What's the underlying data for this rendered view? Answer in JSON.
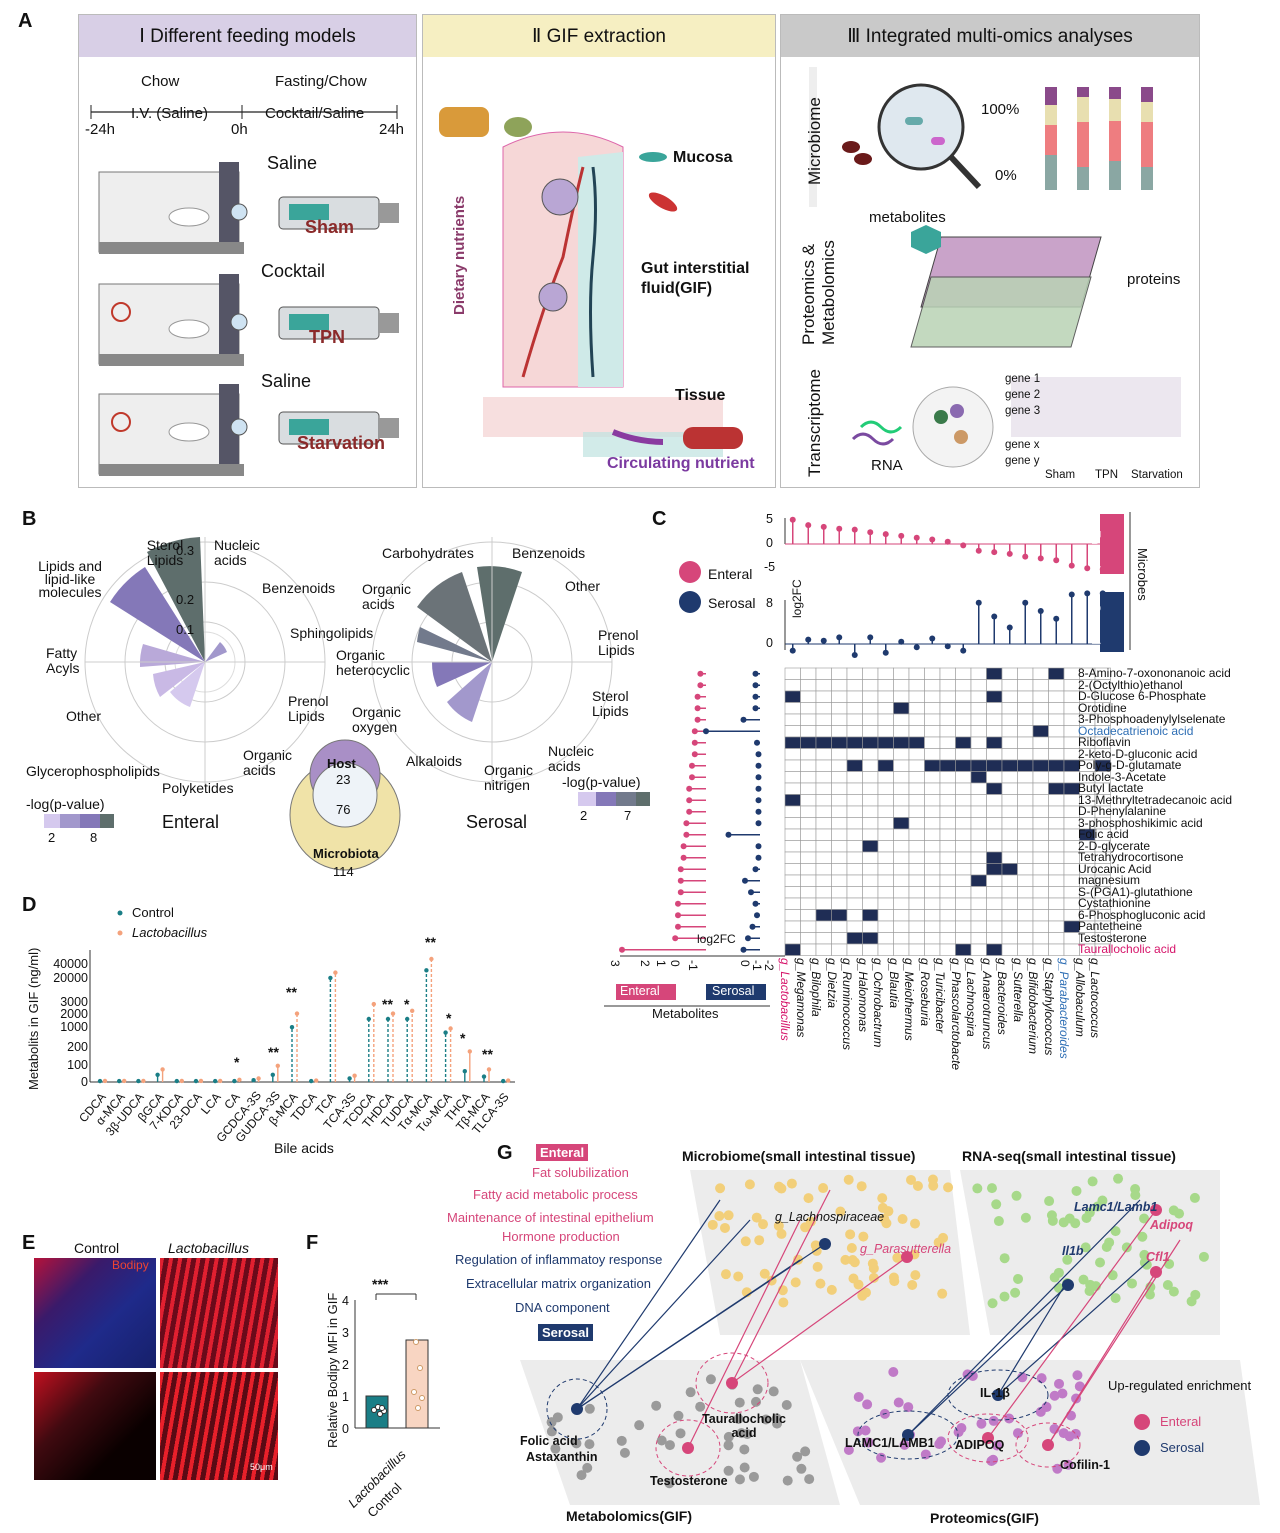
{
  "panelA": {
    "letter": "A",
    "h1": "Ⅰ  Different feeding models",
    "h2": "Ⅱ  GIF extraction",
    "h3": "Ⅲ  Integrated multi-omics analyses",
    "chow": "Chow",
    "fasting": "Fasting/Chow",
    "iv": "I.V. (Saline)",
    "cocktail_saline": "Cocktail/Saline",
    "t1": "-24h",
    "t2": "0h",
    "t3": "24h",
    "cages": [
      {
        "fluid": "Saline",
        "group": "Sham"
      },
      {
        "fluid": "Cocktail",
        "group": "TPN"
      },
      {
        "fluid": "Saline",
        "group": "Starvation"
      }
    ],
    "dietary": "Dietary nutrients",
    "mucosa": "Mucosa",
    "gif": "Gut interstitial fluid(GIF)",
    "tissue": "Tissue",
    "circulating": "Circulating nutrient",
    "microbiome": "Microbiome",
    "proteomics": "Proteomics &",
    "metabolomics": "Metabolomics",
    "transcriptome": "Transcriptome",
    "pct100": "100%",
    "pct0": "0%",
    "metabolites": "metabolites",
    "proteins": "proteins",
    "rna": "RNA",
    "genes": [
      "gene 1",
      "gene 2",
      "gene 3",
      "gene x",
      "gene y"
    ],
    "groups": [
      "Sham",
      "TPN",
      "Starvation"
    ]
  },
  "panelB": {
    "letter": "B",
    "enteral_cats": [
      "Sterol Lipids",
      "Nucleic acids",
      "Benzenoids",
      "Sphingolipids",
      "Prenol Lipids",
      "Organic acids",
      "Polyketides",
      "Glycerophospholipids",
      "Other",
      "Fatty Acyls",
      "Lipids and lipid-like molecules"
    ],
    "serosal_cats": [
      "Carbohydrates",
      "Benzenoids",
      "Other",
      "Prenol Lipids",
      "Sterol Lipids",
      "Nucleic acids",
      "Organic nitrigen",
      "Alkaloids",
      "Organic oxygen",
      "Organic heterocyclic",
      "Organic acids"
    ],
    "ticks": [
      "0.3",
      "0.2",
      "0.1"
    ],
    "enteral": "Enteral",
    "serosal": "Serosal",
    "legend_title": "-log(p-value)",
    "enteral_legend": [
      "2",
      "8"
    ],
    "serosal_legend": [
      "2",
      "7"
    ],
    "host": "Host",
    "microbiota": "Microbiota",
    "host_n": "23",
    "shared_n": "76",
    "micro_n": "114"
  },
  "panelC": {
    "letter": "C",
    "legend": [
      "Enteral",
      "Serosal"
    ],
    "microbes": "Microbes",
    "log2fc": "log2FC",
    "top_ticks": [
      "5",
      "0",
      "-5",
      "8",
      "0"
    ],
    "metabolites": [
      "8-Amino-7-oxononanoic acid",
      "2-(Octylthio)ethanol",
      "D-Glucose 6-Phosphate",
      "Orotidine",
      "3-Phosphoadenylylselenate",
      "Octadecatrienoic acid",
      "Riboflavin",
      "2-keto-D-gluconic acid",
      "Poly-g-D-glutamate",
      "Indole-3-Acetate",
      "Butyl lactate",
      "13-Methryltetradecanoic acid",
      "D-Phenylalanine",
      "3-phosphoshikimic acid",
      "Folic acid",
      "2-D-glycerate",
      "Tetrahydrocortisone",
      "Urocanic Acid",
      "magnesium",
      "S-(PGA1)-glutathione",
      "Cystathionine",
      "6-Phosphogluconic acid",
      "Pantetheine",
      "Testosterone",
      "Taurallocholic acid"
    ],
    "microbes_list": [
      "g_Lactobacillus",
      "g_Megamonas",
      "g_Bilophila",
      "g_Dietzia",
      "g_Ruminococcus",
      "g_Halomonas",
      "g_Ochrobactrum",
      "g_Blautia",
      "g_Meiothermus",
      "g_Roseburia",
      "g_Turicibacter",
      "g_Phascolarctobacte",
      "g_Lachnospira",
      "g_Anaerotruncus",
      "g_Bacteroides",
      "g_Sutterella",
      "g_Bifidobacterium",
      "g_Staphylococcus",
      "g_Parabacteroides",
      "g_Allobaculum",
      "g_Lactococcus"
    ],
    "bottom_ticks": [
      "3",
      "2",
      "1",
      "0",
      "-1",
      "0",
      "-1",
      "-2"
    ],
    "metabolites_label": "Metabolites"
  },
  "panelD": {
    "letter": "D",
    "legend": [
      "Control",
      "Lactobacillus"
    ],
    "ylabel": "Metabolits in GIF (ng/ml)",
    "xlabel": "Bile acids",
    "yticks": [
      "40000",
      "20000",
      "3000",
      "2000",
      "1000",
      "200",
      "100",
      "0"
    ],
    "sig_marks": [
      "*",
      "**",
      "**",
      "**",
      "*",
      "**",
      "*",
      "*",
      "**"
    ]
  },
  "chart_data": {
    "type": "bar",
    "title": "",
    "xlabel": "Bile acids",
    "ylabel": "Metabolits in GIF (ng/ml)",
    "categories": [
      "CDCA",
      "α-MCA",
      "3β-UDCA",
      "βGCA",
      "7-KDCA",
      "23-DCA",
      "LCA",
      "CA",
      "GCDCA-3S",
      "GUDCA-3S",
      "β-MCA",
      "TDCA",
      "TCA",
      "TCA-3S",
      "TCDCA",
      "THDCA",
      "TUDCA",
      "Tα-MCA",
      "Tω-MCA",
      "THCA",
      "Tβ-MCA",
      "TLCA-3S"
    ],
    "series": [
      {
        "name": "Control",
        "values": [
          5,
          5,
          5,
          40,
          5,
          5,
          5,
          5,
          10,
          40,
          1000,
          5,
          15000,
          20,
          1600,
          1600,
          1600,
          25000,
          600,
          60,
          30,
          5
        ]
      },
      {
        "name": "Lactobacillus",
        "values": [
          6,
          6,
          6,
          70,
          6,
          6,
          6,
          12,
          20,
          90,
          2000,
          8,
          22000,
          35,
          2700,
          2000,
          2200,
          42000,
          900,
          170,
          70,
          8
        ]
      }
    ]
  },
  "panelE": {
    "letter": "E",
    "control": "Control",
    "lacto": "Lactobacillus",
    "bodipy": "Bodipy",
    "scale": "50μm"
  },
  "panelF": {
    "letter": "F",
    "ylabel": "Relative Bodipy MFI in GIF",
    "yticks": [
      "4",
      "3",
      "2",
      "1",
      "0"
    ],
    "groups": [
      "Control",
      "Lactobacillus"
    ],
    "values": [
      1.0,
      2.75
    ],
    "sig": "***"
  },
  "panelG": {
    "letter": "G",
    "enteral_tag": "Enteral",
    "serosal_tag": "Serosal",
    "enteral_terms": [
      "Fat solubilization",
      "Fatty acid metabolic process",
      "Maintenance of intestinal epithelium",
      "Hormone production"
    ],
    "serosal_terms": [
      "Regulation of inflammatoy response",
      "Extracellular matrix organization",
      "DNA component"
    ],
    "microbiome": "Microbiome(small intestinal tissue)",
    "rnaseq": "RNA-seq(small intestinal tissue)",
    "metabolomics": "Metabolomics(GIF)",
    "proteomics": "Proteomics(GIF)",
    "g1": "g_Lachnospiraceae",
    "g2": "g_Parasutterella",
    "r1": "Lamc1/Lamb1",
    "r2": "Adipoq",
    "r3": "Il1b",
    "r4": "Cfl1",
    "m1": "Folic acid",
    "m2": "Astaxanthin",
    "m3": "Taurallocholic acid",
    "m4": "Testosterone",
    "p1": "IL-1β",
    "p2": "LAMC1/LAMB1",
    "p3": "ADIPOQ",
    "p4": "Cofilin-1",
    "legend_title": "Up-regulated enrichment",
    "legend": [
      "Enteral",
      "Serosal"
    ]
  },
  "colors": {
    "enteral": "#d6467a",
    "serosal": "#1f3a6e",
    "purple_box": "#d8cfe6",
    "yellow_box": "#f6efc2",
    "grey_box": "#c9c9c9"
  }
}
